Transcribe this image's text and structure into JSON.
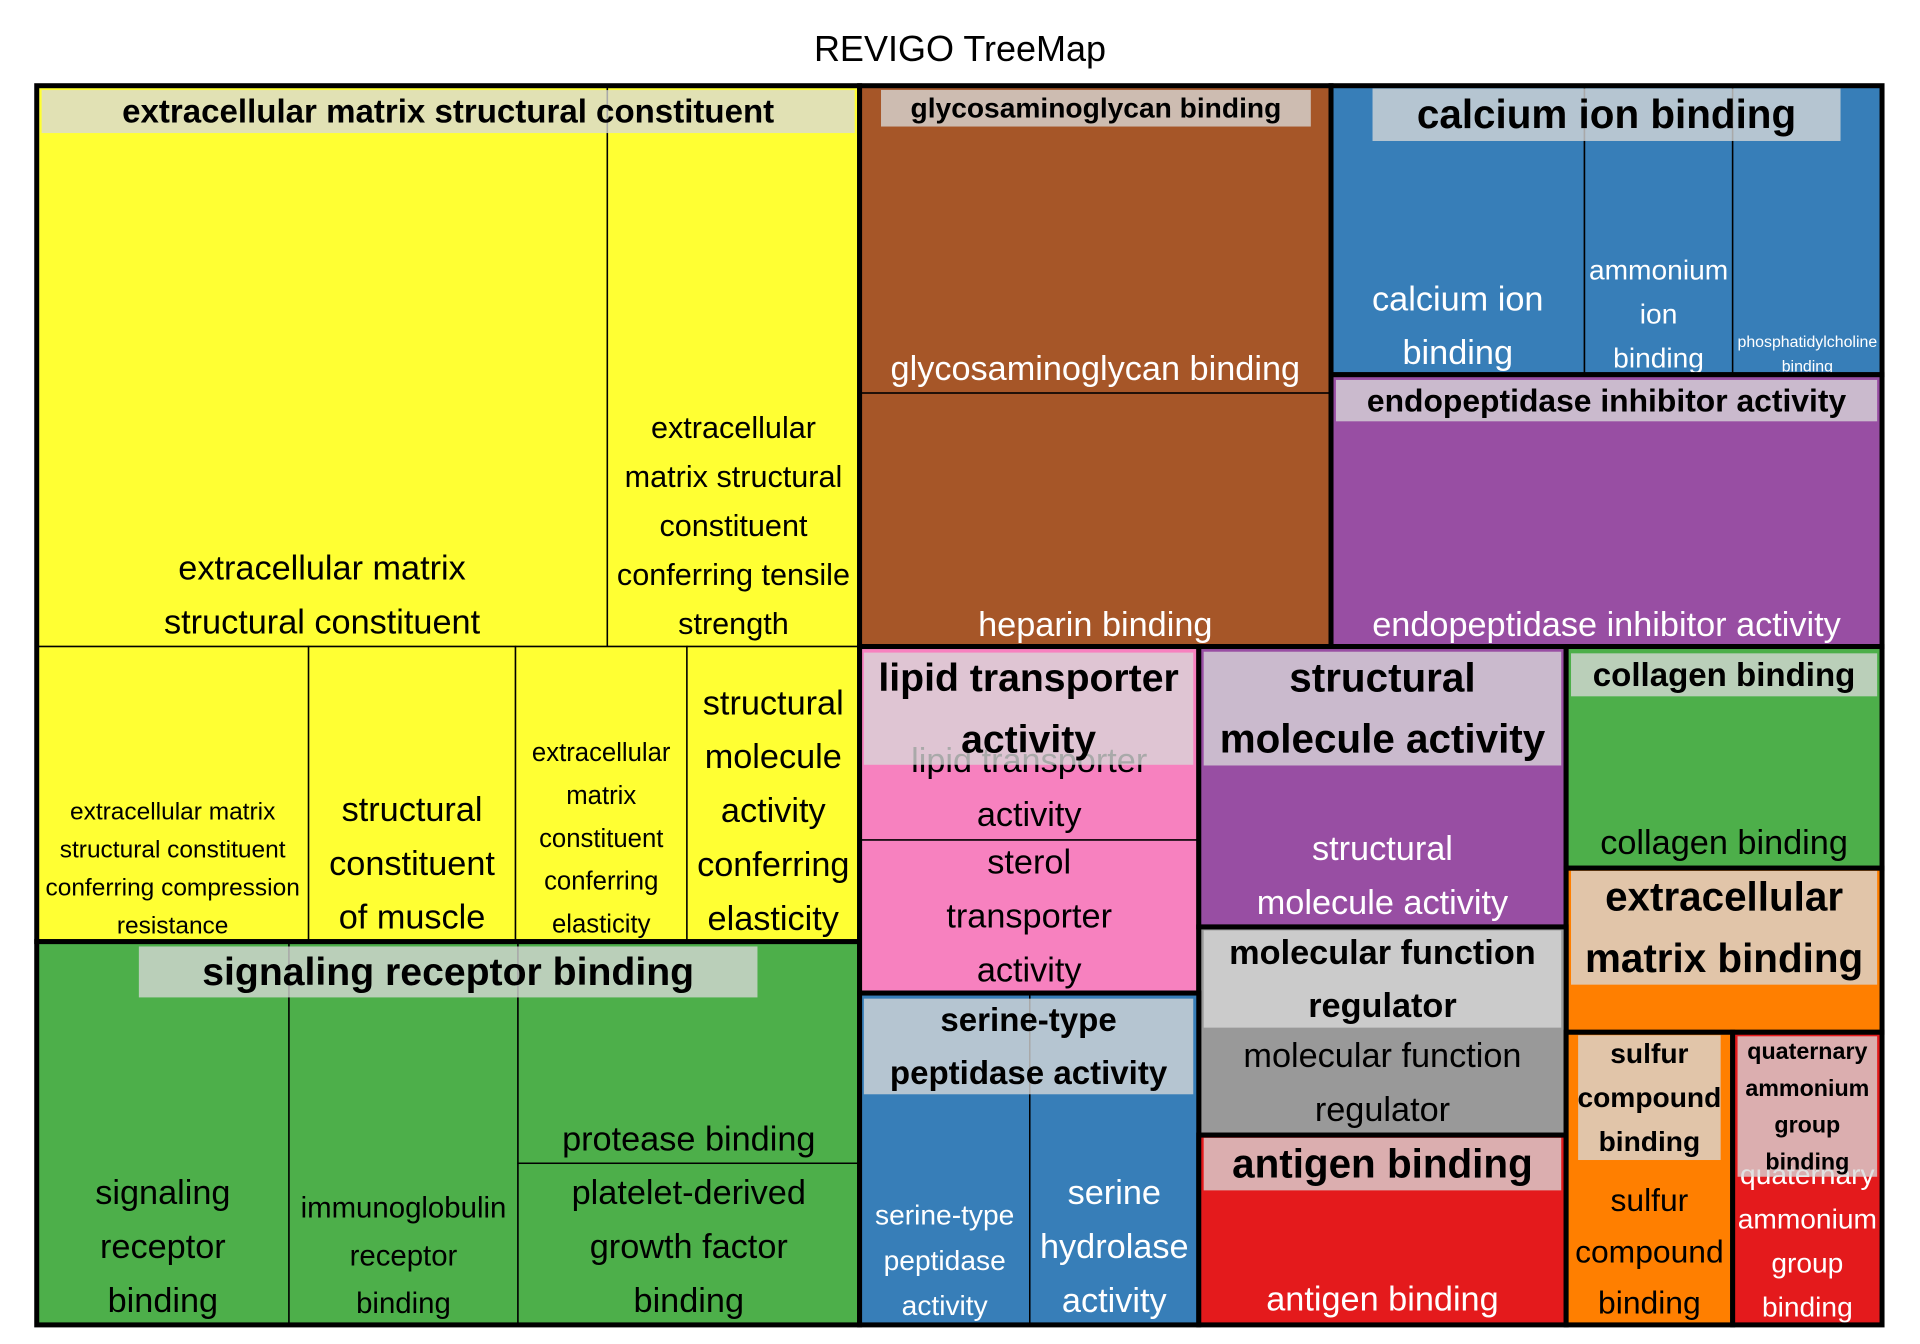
{
  "chart_data": {
    "type": "treemap",
    "title": "REVIGO TreeMap",
    "groups": [
      {
        "name": "extracellular matrix structural constituent",
        "color": "#FFFF33",
        "terms": [
          {
            "label": "extracellular matrix structural constituent",
            "size": 22.0
          },
          {
            "label": "extracellular matrix structural constituent conferring tensile strength",
            "size": 9.5
          },
          {
            "label": "extracellular matrix structural constituent conferring compression resistance",
            "size": 5.0
          },
          {
            "label": "structural constituent of muscle",
            "size": 4.0
          },
          {
            "label": "extracellular matrix constituent conferring elasticity",
            "size": 3.3
          },
          {
            "label": "structural molecule activity conferring elasticity",
            "size": 3.2
          }
        ]
      },
      {
        "name": "signaling receptor binding",
        "color": "#4DAF4A",
        "terms": [
          {
            "label": "signaling receptor binding",
            "size": 4.5
          },
          {
            "label": "immunoglobulin receptor binding",
            "size": 4.0
          },
          {
            "label": "protease binding",
            "size": 1.7
          },
          {
            "label": "platelet-derived growth factor binding",
            "size": 3.4
          }
        ]
      },
      {
        "name": "glycosaminoglycan binding",
        "color": "#A65628",
        "terms": [
          {
            "label": "glycosaminoglycan binding",
            "size": 8.0
          },
          {
            "label": "heparin binding",
            "size": 6.8
          }
        ]
      },
      {
        "name": "calcium ion binding",
        "color": "#377EB8",
        "terms": [
          {
            "label": "calcium ion binding",
            "size": 3.5
          },
          {
            "label": "ammonium ion binding",
            "size": 2.0
          },
          {
            "label": "phosphatidylcholine binding",
            "size": 2.0
          }
        ]
      },
      {
        "name": "endopeptidase inhibitor activity",
        "color": "#984EA3",
        "terms": [
          {
            "label": "endopeptidase inhibitor activity",
            "size": 8.0
          }
        ]
      },
      {
        "name": "lipid transporter activity",
        "color": "#F781BF",
        "terms": [
          {
            "label": "lipid transporter activity",
            "size": 2.7
          },
          {
            "label": "sterol transporter activity",
            "size": 2.3
          }
        ]
      },
      {
        "name": "structural molecule activity",
        "color": "#984EA3",
        "terms": [
          {
            "label": "structural molecule activity",
            "size": 3.9
          }
        ]
      },
      {
        "name": "collagen binding",
        "color": "#4DAF4A",
        "terms": [
          {
            "label": "collagen binding",
            "size": 3.2
          }
        ]
      },
      {
        "name": "extracellular matrix binding",
        "color": "#FF7F00",
        "terms": [
          {
            "label": "extracellular matrix binding",
            "size": 2.3
          }
        ]
      },
      {
        "name": "molecular function regulator",
        "color": "#999999",
        "terms": [
          {
            "label": "molecular function regulator",
            "size": 2.4
          }
        ]
      },
      {
        "name": "serine-type peptidase activity",
        "color": "#377EB8",
        "terms": [
          {
            "label": "serine-type peptidase activity",
            "size": 2.5
          },
          {
            "label": "serine hydrolase activity",
            "size": 2.5
          }
        ]
      },
      {
        "name": "antigen binding",
        "color": "#E41A1C",
        "terms": [
          {
            "label": "antigen binding",
            "size": 3.0
          }
        ]
      },
      {
        "name": "sulfur compound binding",
        "color": "#FF7F00",
        "terms": [
          {
            "label": "sulfur compound binding",
            "size": 1.9
          }
        ]
      },
      {
        "name": "quaternary ammonium group binding",
        "color": "#E41A1C",
        "terms": [
          {
            "label": "quaternary ammonium group binding",
            "size": 1.6
          }
        ]
      }
    ]
  }
}
